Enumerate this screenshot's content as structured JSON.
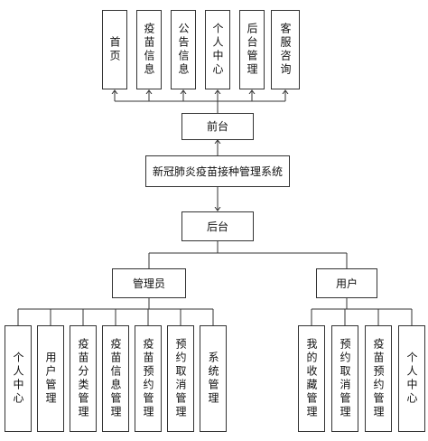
{
  "diagram": {
    "frontend_modules": [
      "首页",
      "疫苗信息",
      "公告信息",
      "个人中心",
      "后台管理",
      "客服咨询"
    ],
    "frontend": "前台",
    "system": "新冠肺炎疫苗接种管理系统",
    "backend": "后台",
    "roles": {
      "admin": "管理员",
      "user": "用户"
    },
    "admin_modules": [
      "个人中心",
      "用户管理",
      "疫苗分类管理",
      "疫苗信息管理",
      "疫苗预约管理",
      "预约取消管理",
      "系统管理"
    ],
    "user_modules": [
      "我的收藏管理",
      "预约取消管理",
      "疫苗预约管理",
      "个人中心"
    ]
  }
}
